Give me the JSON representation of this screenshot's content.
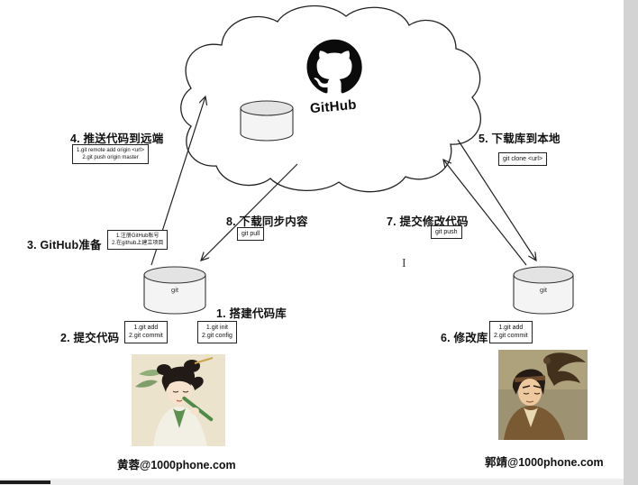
{
  "github": {
    "label": "GitHub",
    "logo_icon": "github-octocat-logo"
  },
  "repos": {
    "left_git_label": "git",
    "right_git_label": "git"
  },
  "steps": {
    "s1": {
      "title": "1. 搭建代码库",
      "lines": [
        "1.git init",
        "2.git config"
      ]
    },
    "s2": {
      "title": "2. 提交代码",
      "lines": [
        "1.git add",
        "2.git commit"
      ]
    },
    "s3": {
      "title": "3. GitHub准备",
      "lines": [
        "1.注册GitHub账号",
        "2.在github上建立项目"
      ]
    },
    "s4": {
      "title": "4. 推送代码到远端",
      "lines": [
        "1.git remote add origin <url>",
        "2.git push origin master"
      ]
    },
    "s5": {
      "title": "5. 下载库到本地",
      "lines": [
        "git clone <url>"
      ]
    },
    "s6": {
      "title": "6. 修改库",
      "lines": [
        "1.git add",
        "2.git commit"
      ]
    },
    "s7": {
      "title": "7. 提交修改代码",
      "lines": [
        "git push"
      ]
    },
    "s8": {
      "title": "8. 下载同步内容",
      "lines": [
        "git pull"
      ]
    }
  },
  "users": {
    "left_name": "黄蓉@1000phone.com",
    "right_name": "郭靖@1000phone.com"
  },
  "cursor_glyph": "I",
  "colors": {
    "stroke": "#222222",
    "cloud_fill": "#ffffff",
    "cylinder_top": "#e3e3e3",
    "cylinder_body": "#f4f4f4"
  }
}
